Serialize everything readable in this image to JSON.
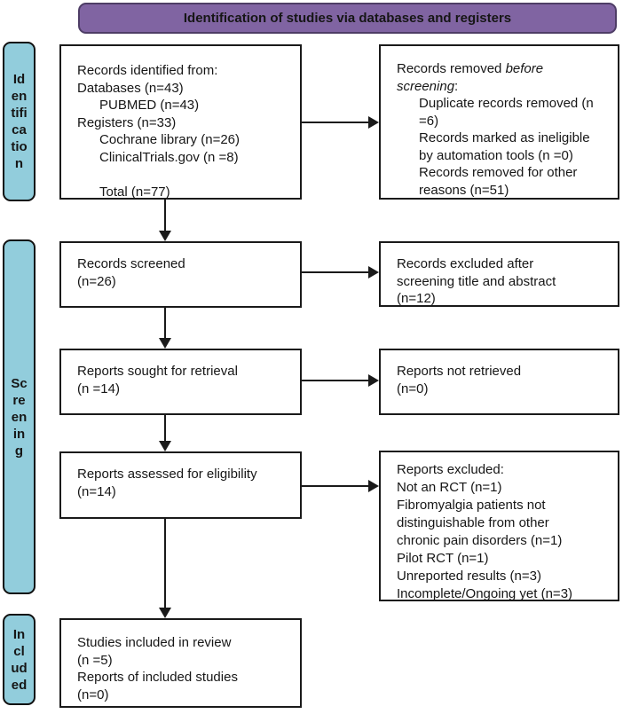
{
  "header": {
    "title": "Identification of studies via databases and registers"
  },
  "sidebar": {
    "identification": {
      "lines": [
        "Id",
        "en",
        "tifi",
        "ca",
        "tio",
        "n"
      ]
    },
    "screening": {
      "lines": [
        "Sc",
        "re",
        "en",
        "in",
        "g"
      ]
    },
    "included": {
      "lines": [
        "In",
        "cl",
        "ud",
        "ed"
      ]
    }
  },
  "boxes": {
    "records_identified": {
      "lines": [
        "Records identified from:",
        "Databases (n=43)",
        "      PUBMED (n=43)",
        "Registers (n=33)",
        "      Cochrane library (n=26)",
        "      ClinicalTrials.gov (n =8)",
        "",
        "      Total (n=77)"
      ]
    },
    "records_removed": {
      "lines": [
        "Records removed *before*",
        "*screening*:",
        "      Duplicate records removed (n",
        "      =6)",
        "      Records marked as ineligible",
        "      by automation tools (n =0)",
        "      Records removed for other",
        "      reasons (n=51)"
      ]
    },
    "records_screened": {
      "lines": [
        "Records screened",
        "(n=26)"
      ]
    },
    "records_excluded": {
      "lines": [
        "Records excluded after",
        "screening title and abstract",
        "(n=12)"
      ]
    },
    "reports_sought": {
      "lines": [
        "Reports sought for retrieval",
        "(n =14)"
      ]
    },
    "reports_not_retrieved": {
      "lines": [
        "Reports not retrieved",
        "(n=0)"
      ]
    },
    "reports_assessed": {
      "lines": [
        "Reports assessed for eligibility",
        "(n=14)"
      ]
    },
    "reports_excluded": {
      "lines": [
        "Reports excluded:",
        "Not an RCT (n=1)",
        "Fibromyalgia patients not",
        "distinguishable from other",
        "chronic pain disorders (n=1)",
        "Pilot RCT (n=1)",
        "Unreported results (n=3)",
        "Incomplete/Ongoing yet (n=3)"
      ]
    },
    "studies_included": {
      "lines": [
        "Studies included in review",
        "(n =5)",
        "Reports of included studies",
        "(n=0)"
      ]
    }
  },
  "colors": {
    "header_fill": "#8064A2",
    "header_border": "#4E3D66",
    "stage_fill": "#92CDDC",
    "stage_border": "#101010",
    "box_border": "#1A1A1A",
    "arrow": "#1A1A1A"
  }
}
